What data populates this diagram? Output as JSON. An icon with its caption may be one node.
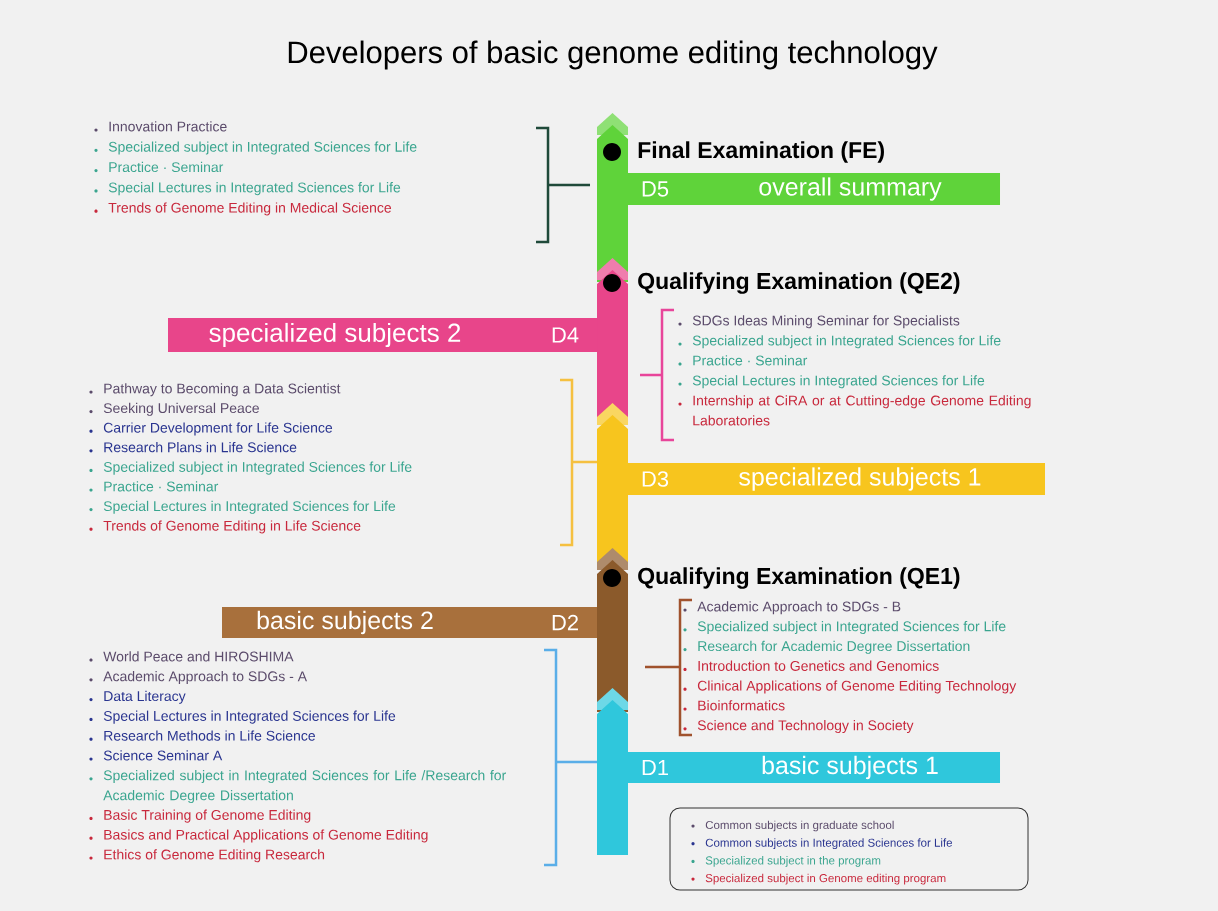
{
  "diagram": {
    "title": "Developers of basic genome editing technology",
    "nodes": [
      {
        "text": [
          "Innovation Practice",
          "Specialized subject in Integrated Sciences for Life",
          "Practice · Seminar",
          "Special Lectures in Integrated Sciences for Life",
          "Trends of Genome Editing in Medical Science"
        ]
      },
      {
        "text": [
          "Final Examination (FE)"
        ]
      },
      {
        "text": [
          "D5",
          "overall summary"
        ]
      },
      {
        "text": [
          "Qualifying Examination (QE2)"
        ]
      },
      {
        "text": [
          "specialized subjects 2",
          "D4"
        ]
      },
      {
        "text": [
          "SDGs Ideas Mining Seminar for Specialists",
          "Specialized subject in Integrated Sciences for Life",
          "Practice · Seminar",
          "Special Lectures in Integrated Sciences for Life",
          "Internship at CiRA or at Cutting-edge Genome Editing Laboratories"
        ]
      },
      {
        "text": [
          "Pathway to Becoming a Data Scientist",
          "Seeking Universal Peace",
          "Carrier Development for Life Science",
          "Research Plans in Life Science",
          "Specialized subject in Integrated Sciences for Life",
          "Practice · Seminar",
          "Special Lectures in Integrated Sciences for Life",
          "Trends of Genome Editing in Life Science"
        ]
      },
      {
        "text": [
          "D3",
          "specialized subjects 1"
        ]
      },
      {
        "text": [
          "Qualifying Examination (QE1)"
        ]
      },
      {
        "text": [
          "basic subjects 2",
          "D2"
        ]
      },
      {
        "text": [
          "Academic Approach to SDGs - B",
          "Specialized subject in Integrated Sciences for Life",
          "Research for Academic Degree Dissertation",
          "Introduction to Genetics and Genomics",
          "Clinical Applications of Genome Editing Technology",
          "Bioinformatics",
          "Science and Technology in Society"
        ]
      },
      {
        "text": [
          "World Peace and HIROSHIMA",
          "Academic Approach to SDGs - A",
          "Data Literacy",
          "Special Lectures in Integrated Sciences for Life",
          "Research Methods in Life Science",
          "Science Seminar A",
          "Specialized subject in Integrated Sciences for Life /Research for Academic Degree Dissertation",
          "Basic Training of Genome Editing",
          "Basics and Practical Applications of Genome Editing",
          "Ethics of Genome Editing Research"
        ]
      },
      {
        "text": [
          "D1",
          "basic subjects 1"
        ]
      }
    ],
    "legend": [
      {
        "text": "Common subjects in graduate school",
        "color": "#5b4b6b"
      },
      {
        "text": "Common subjects in Integrated Sciences for Life",
        "color": "#2a3590"
      },
      {
        "text": "Specialized subject in the program",
        "color": "#3aa58f"
      },
      {
        "text": "Specialized subject in Genome editing program",
        "color": "#c8283c"
      }
    ]
  }
}
